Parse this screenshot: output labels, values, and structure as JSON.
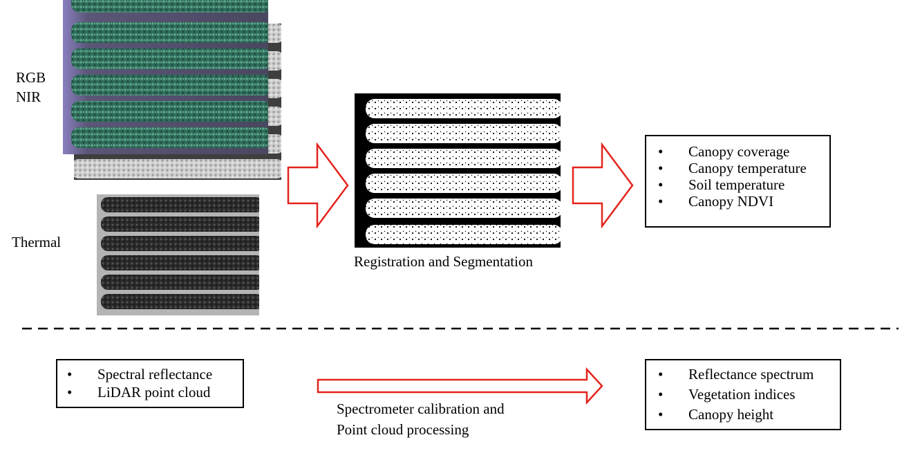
{
  "top": {
    "rgb_label": "RGB",
    "nir_label": "NIR",
    "thermal_label": "Thermal",
    "segmentation_caption": "Registration and Segmentation",
    "outputs": [
      "Canopy coverage",
      "Canopy temperature",
      "Soil temperature",
      "Canopy NDVI"
    ]
  },
  "bottom": {
    "inputs": [
      "Spectral reflectance",
      "LiDAR point cloud"
    ],
    "process_caption_line1": "Spectrometer calibration and",
    "process_caption_line2": "Point cloud processing",
    "outputs": [
      "Reflectance spectrum",
      "Vegetation indices",
      "Canopy height"
    ]
  },
  "bullet": "•",
  "colors": {
    "arrow_stroke": "#e3231c",
    "rgb_canopy": "#2f6e5c",
    "rgb_soil": "#5b5677",
    "rgb_edge": "#8a7fc0",
    "nir_soil": "#3e3e3e",
    "nir_canopy": "#cfcfcf",
    "thermal_canopy": "#2a2a2a",
    "thermal_soil": "#b4b4b4",
    "mask_bg": "#000000",
    "mask_fg": "#ffffff"
  }
}
